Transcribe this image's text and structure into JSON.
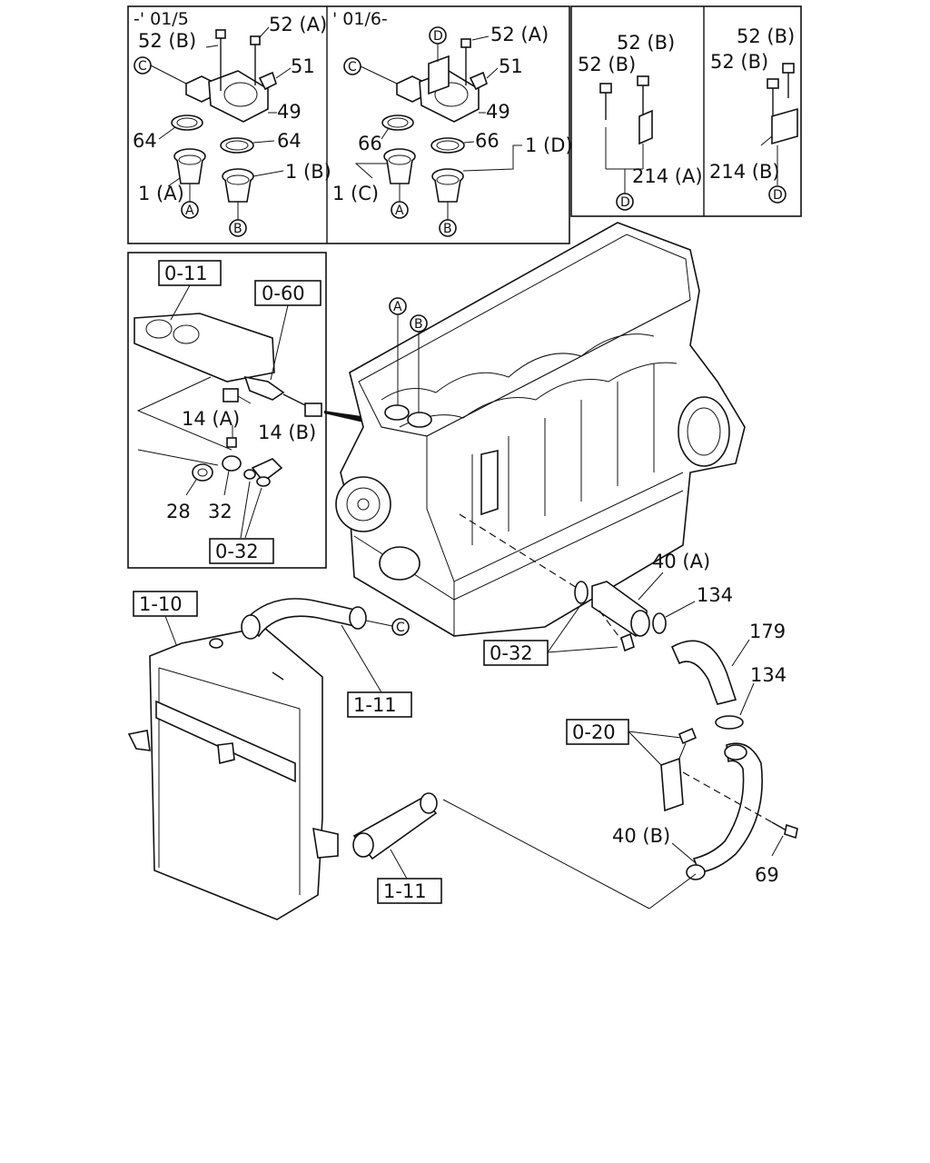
{
  "panels": {
    "top_left_a": {
      "range": "-' 01/5"
    },
    "top_left_b": {
      "range": "' 01/6-"
    }
  },
  "labels": {
    "52A": "52 (A)",
    "52B": "52 (B)",
    "51": "51",
    "49": "49",
    "64": "64",
    "66": "66",
    "1A": "1 (A)",
    "1B": "1 (B)",
    "1C": "1 (C)",
    "1D": "1 (D)",
    "214A": "214 (A)",
    "214B": "214 (B)",
    "14A": "14 (A)",
    "14B": "14 (B)",
    "28": "28",
    "32": "32",
    "40A": "40 (A)",
    "40B": "40 (B)",
    "134": "134",
    "179": "179",
    "69": "69"
  },
  "circles": {
    "A": "A",
    "B": "B",
    "C": "C",
    "D": "D"
  },
  "refs": {
    "r011": "0-11",
    "r060": "0-60",
    "r032": "0-32",
    "r110": "1-10",
    "r111": "1-11",
    "r020": "0-20"
  }
}
